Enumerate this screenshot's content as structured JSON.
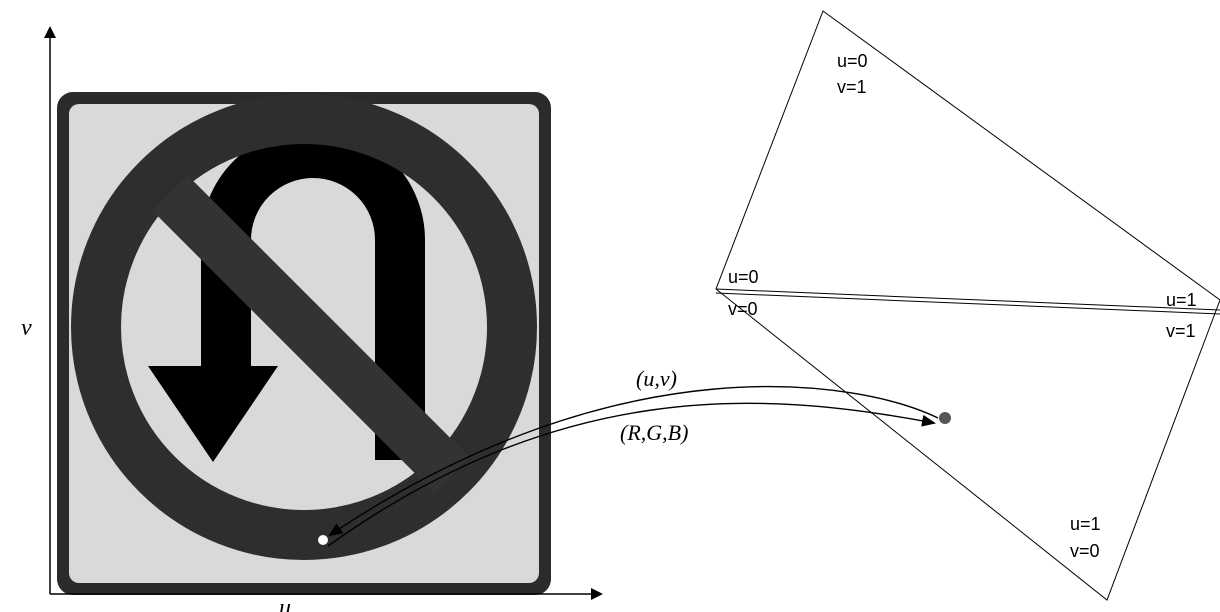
{
  "axes": {
    "u_label": "u",
    "v_label": "v"
  },
  "sign": {
    "icon": "no-u-turn-sign",
    "colors": {
      "border": "#2b2b2b",
      "face": "#d9d9d9",
      "ring": "#2e2e2e",
      "arrow": "#000000"
    }
  },
  "mapping": {
    "uv_label": "(u,v)",
    "rgb_label": "(R,G,B)"
  },
  "corners": {
    "top": {
      "u": "u=0",
      "v": "v=1"
    },
    "left": {
      "u": "u=0",
      "v": "v=0"
    },
    "right": {
      "u": "u=1",
      "v": "v=1"
    },
    "bottom": {
      "u": "u=1",
      "v": "v=0"
    }
  }
}
